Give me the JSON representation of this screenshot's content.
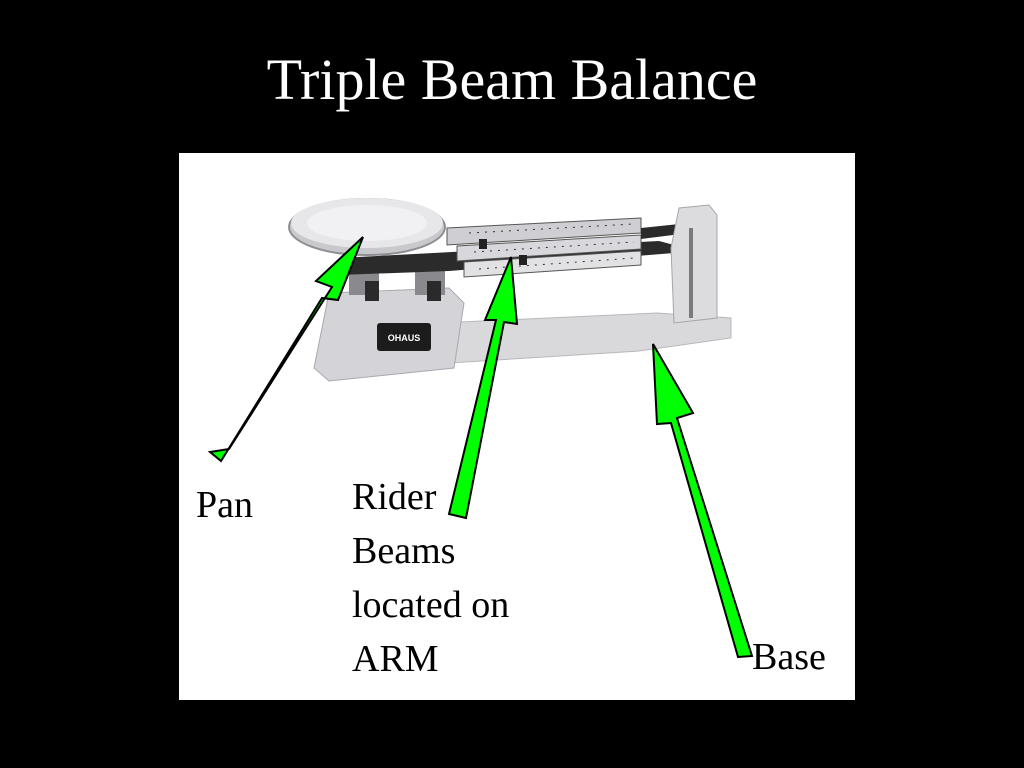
{
  "slide": {
    "title": "Triple Beam Balance"
  },
  "brand_logo": "OHAUS",
  "labels": {
    "pan": "Pan",
    "rider_lines": [
      "Rider",
      "Beams",
      "located on",
      "ARM"
    ],
    "base": "Base"
  },
  "colors": {
    "background": "#000000",
    "arrow_fill": "#00ff00",
    "figure_background": "#ffffff"
  }
}
